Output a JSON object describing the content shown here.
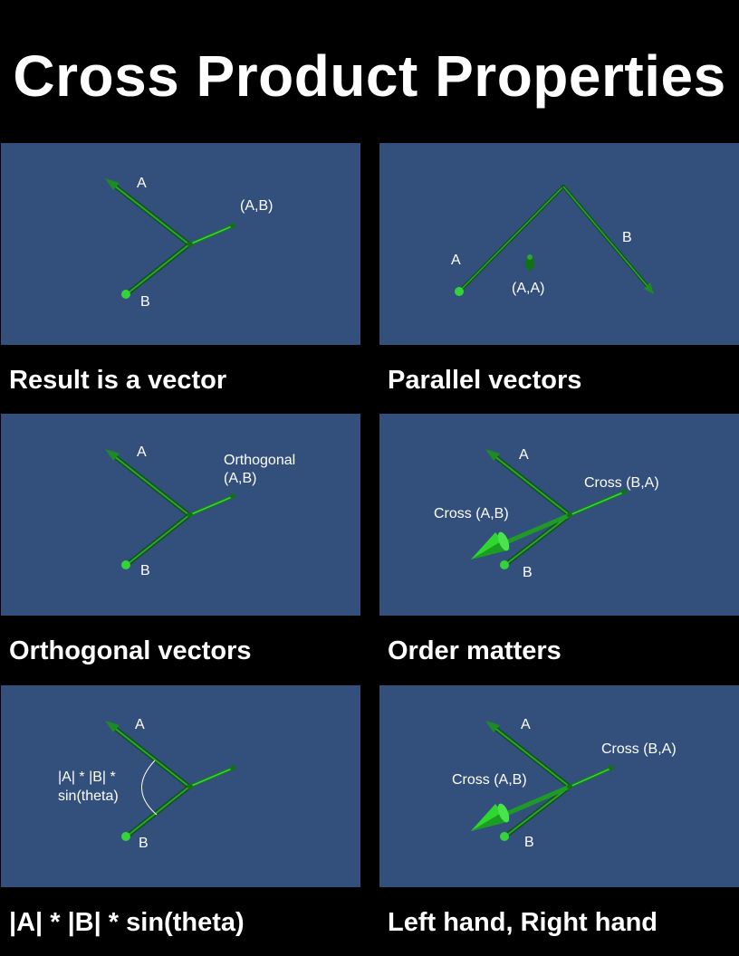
{
  "title": "Cross Product Properties",
  "panels": [
    {
      "caption": "Result is a vector",
      "labels": {
        "a": "A",
        "b": "B",
        "cross": "(A,B)"
      }
    },
    {
      "caption": "Parallel vectors",
      "labels": {
        "a": "A",
        "b": "B",
        "cross": "(A,A)"
      }
    },
    {
      "caption": "Orthogonal vectors",
      "labels": {
        "a": "A",
        "b": "B",
        "cross": "Orthogonal\n(A,B)"
      }
    },
    {
      "caption": "Order matters",
      "labels": {
        "a": "A",
        "b": "B",
        "cross_ab": "Cross (A,B)",
        "cross_ba": "Cross (B,A)"
      }
    },
    {
      "caption": "|A| * |B| * sin(theta)",
      "labels": {
        "a": "A",
        "b": "B",
        "formula": "|A| * |B| *\nsin(theta)"
      }
    },
    {
      "caption": "Left hand, Right hand",
      "labels": {
        "a": "A",
        "b": "B",
        "cross_ab": "Cross (A,B)",
        "cross_ba": "Cross (B,A)"
      }
    }
  ],
  "colors": {
    "background": "#000000",
    "panel": "#33507d",
    "vector_dark": "#0e5a14",
    "vector_light": "#39d43f",
    "cone": "#2fd830"
  }
}
